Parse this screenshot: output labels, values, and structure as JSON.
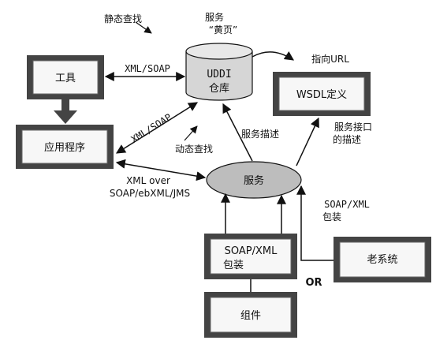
{
  "nodes": {
    "tools": "工具",
    "app": "应用程序",
    "uddi": [
      "UDDI",
      "仓库"
    ],
    "yellow_pages": [
      "服务",
      "“黄页”"
    ],
    "wsdl": "WSDL定义",
    "service": "服务",
    "soap_pkg": [
      "SOAP/XML",
      "包装"
    ],
    "component": "组件",
    "legacy": "老系统"
  },
  "labels": {
    "static_lookup": "静态查找",
    "xml_soap_top": "XML/SOAP",
    "xml_soap_diag": "XML/SOAP",
    "dynamic_lookup": "动态查找",
    "xml_over": [
      "XML over",
      "SOAP/ebXML/JMS"
    ],
    "service_desc": "服务描述",
    "service_iface_desc": [
      "服务接口",
      "的描述"
    ],
    "point_url": "指向URL",
    "soap_xml_right": [
      "SOAP/XML",
      "包装"
    ],
    "or": "OR"
  },
  "colors": {
    "box_border": "#3a3a3a",
    "box_fill": "#d9d9d9",
    "box_inner": "#f5f5f5",
    "ellipse_fill": "#bdbdbd",
    "cylinder_fill": "#d6d6d6",
    "line": "#111111",
    "fat_arrow": "#444444"
  }
}
